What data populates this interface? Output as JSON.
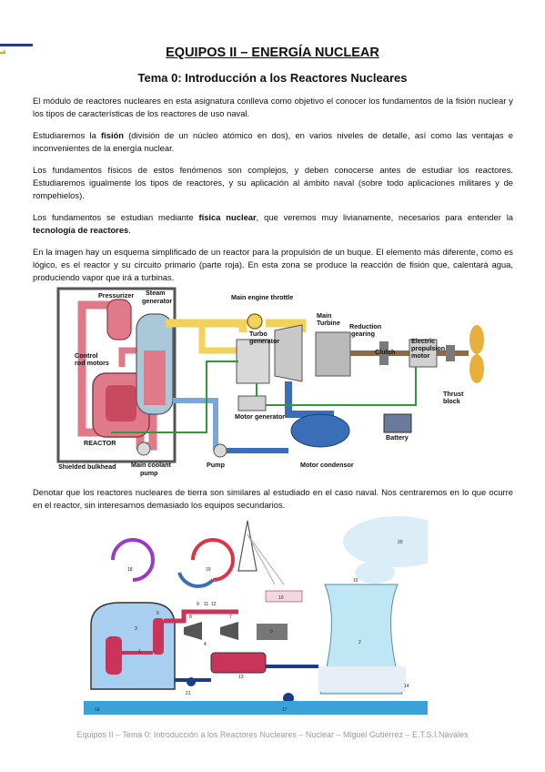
{
  "page": {
    "page_number": "1",
    "title": "EQUIPOS II – ENERGÍA NUCLEAR",
    "subtitle": "Tema 0: Introducción a los Reactores Nucleares"
  },
  "paragraphs": {
    "p1": "El módulo de reactores nucleares en esta asignatura conlleva como objetivo el conocer los fundamentos de la fisión nuclear y los tipos de características de los reactores de uso naval.",
    "p2_a": "Estudiaremos la ",
    "p2_b": "fisión",
    "p2_c": " (división de un núcleo atómico en dos), en varios niveles de detalle, así como las ventajas e inconvenientes de la energía nuclear.",
    "p3": "Los fundamentos físicos de estos fenómenos son complejos, y deben conocerse antes de estudiar los reactores. Estudiaremos igualmente los tipos de reactores, y su aplicación al ámbito naval (sobre todo aplicaciones militares y de rompehielos).",
    "p4_a": "Los fundamentos se estudian mediante ",
    "p4_b": "física nuclear",
    "p4_c": ", que veremos muy livianamente, necesarios para entender la ",
    "p4_d": "tecnología de reactores",
    "p4_e": ".",
    "p5": "En la imagen hay un esquema simplificado de un reactor para la propulsión de un buque. El elemento más diferente, como es lógico, es el reactor y su circuito primario (parte roja). En esta zona se produce la reacción de fisión que, calentará agua, produciendo vapor que irá a turbinas.",
    "p6": "Denotar que los reactores nucleares de tierra son similares al estudiado en el caso naval. Nos centraremos en lo que ocurre en el reactor, sin interesarnos demasiado los equipos secundarios."
  },
  "figure1": {
    "labels": {
      "pressurizer": "Pressurizer",
      "steam_generator_1": "Steam",
      "steam_generator_2": "generator",
      "main_engine_throttle": "Main engine throttle",
      "main_turbine_1": "Main",
      "main_turbine_2": "Turbine",
      "reduction_gearing_1": "Reduction",
      "reduction_gearing_2": "gearing",
      "turbo_generator_1": "Turbo",
      "turbo_generator_2": "generator",
      "clutch": "Clutch",
      "electric_motor_1": "Electric",
      "electric_motor_2": "propulsion",
      "electric_motor_3": "motor",
      "control_rod_1": "Control",
      "control_rod_2": "rod motors",
      "thrust_block_1": "Thrust",
      "thrust_block_2": "block",
      "reactor": "REACTOR",
      "motor_generator": "Motor generator",
      "battery": "Battery",
      "shielded_bulkhead": "Shielded bulkhead",
      "main_coolant_1": "Main coolant",
      "main_coolant_2": "pump",
      "pump": "Pump",
      "motor_condensor": "Motor condensor"
    }
  },
  "figure2": {
    "numbers": {
      "n1": "1",
      "n2": "2",
      "n3": "3",
      "n4": "4",
      "n5": "5",
      "n6": "6",
      "n7": "7",
      "n8": "8",
      "n9": "9",
      "n10": "10",
      "n11": "11",
      "n12": "12",
      "n13": "13",
      "n14": "14",
      "n15": "15",
      "n16": "16",
      "n17": "17",
      "n18": "18",
      "n19": "19",
      "n20": "20",
      "n21": "21"
    }
  },
  "footer": "Equipos II – Tema 0: Introducción a los Reactores Nucleares – Nuclear – Miguel Gutiérrez – E.T.S.I.Navales",
  "colors": {
    "primary_loop": "#e07a8a",
    "steam_loop": "#f2d25a",
    "water_loop": "#3a6fb8",
    "green_line": "#2e9a3a",
    "page_mark_bar": "#2d3a8c",
    "page_mark_num": "#d6a21e"
  }
}
